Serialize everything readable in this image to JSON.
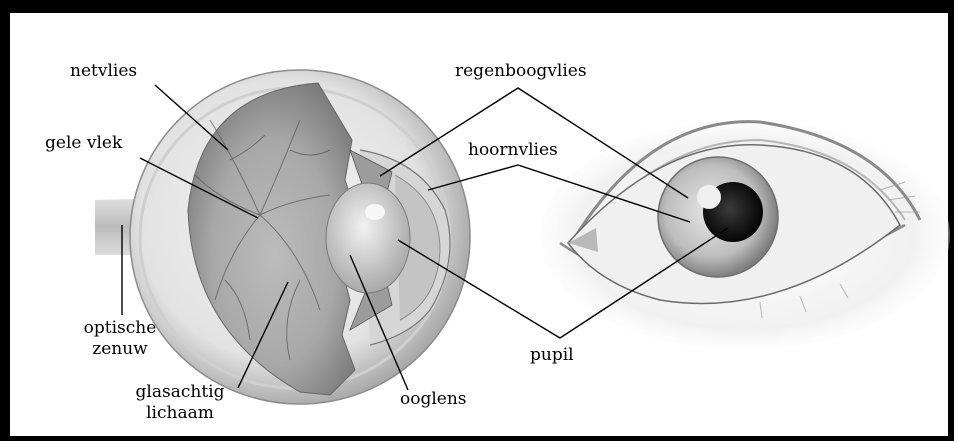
{
  "labels": {
    "netvlies": "netvlies",
    "gele_vlek": "gele vlek",
    "optische_1": "optische",
    "optische_2": "zenuw",
    "glasachtig_1": "glasachtig",
    "glasachtig_2": "lichaam",
    "ooglens": "ooglens",
    "regenboogvlies": "regenboogvlies",
    "hoornvlies": "hoornvlies",
    "pupil": "pupil"
  },
  "colors": {
    "frame": "#000000",
    "background": "#ffffff",
    "leader_line": "#000000"
  }
}
